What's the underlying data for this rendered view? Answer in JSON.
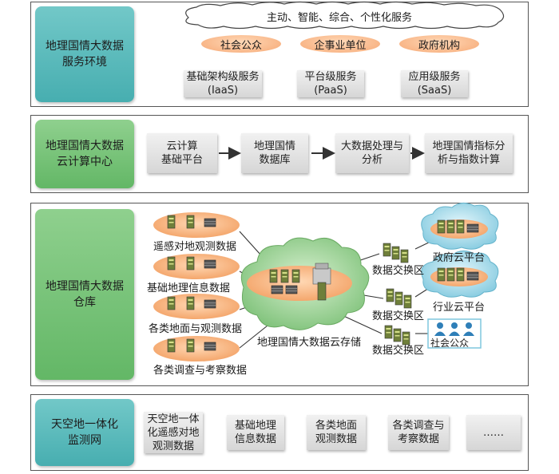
{
  "service": {
    "side_line1": "地理国情大数据",
    "side_line2": "服务环境",
    "cloud_text": "主动、智能、综合、个性化服务",
    "users": [
      "社会公众",
      "企事业单位",
      "政府机构"
    ],
    "levels": [
      {
        "line1": "基础架构级服务",
        "line2": "(IaaS)"
      },
      {
        "line1": "平台级服务",
        "line2": "(PaaS)"
      },
      {
        "line1": "应用级服务",
        "line2": "(SaaS)"
      }
    ]
  },
  "center": {
    "side_line1": "地理国情大数据",
    "side_line2": "云计算中心",
    "steps": [
      {
        "line1": "云计算",
        "line2": "基础平台"
      },
      {
        "line1": "地理国情",
        "line2": "数据库"
      },
      {
        "line1": "大数据处理与",
        "line2": "分析"
      },
      {
        "line1": "地理国情指标分",
        "line2": "析与指数计算"
      }
    ]
  },
  "warehouse": {
    "side_line1": "地理国情大数据",
    "side_line2": "仓库",
    "sources": [
      "遥感对地观测数据",
      "基础地理信息数据",
      "各类地面与观测数据",
      "各类调查与考察数据"
    ],
    "storage_label": "地理国情大数据云存储",
    "exchanges": [
      "数据交换区",
      "数据交换区",
      "数据交换区"
    ],
    "clouds": [
      "政府云平台",
      "行业云平台"
    ],
    "public_label": "社会公众"
  },
  "monitor": {
    "side_line1": "天空地一体化",
    "side_line2": "监测网",
    "items": [
      {
        "lines": [
          "天空地一体",
          "化遥感对地",
          "观测数据"
        ]
      },
      {
        "lines": [
          "基础地理",
          "信息数据"
        ]
      },
      {
        "lines": [
          "各类地面",
          "观测数据"
        ]
      },
      {
        "lines": [
          "各类调查与",
          "考察数据"
        ]
      },
      {
        "lines": [
          "……"
        ]
      }
    ]
  }
}
